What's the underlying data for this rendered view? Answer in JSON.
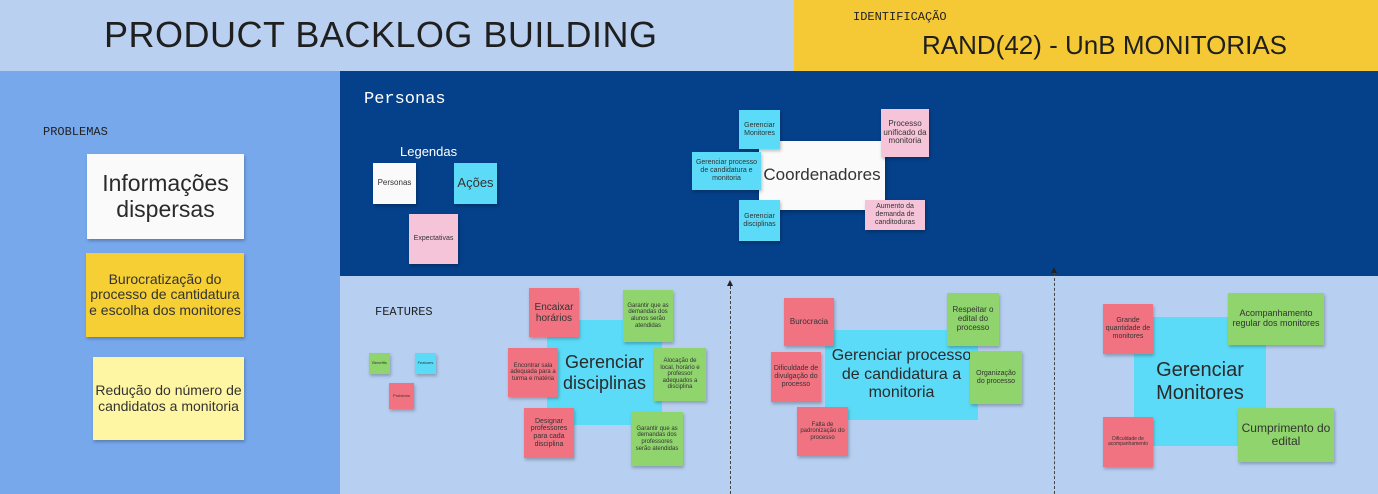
{
  "header": {
    "title": "PRODUCT BACKLOG BUILDING",
    "id_label": "IDENTIFICAÇÃO",
    "id_value": "RAND(42) - UnB MONITORIAS"
  },
  "problemas": {
    "label": "PROBLEMAS",
    "notes": [
      "Informações dispersas",
      "Burocratização do processo de cantidatura e escolha dos monitores",
      "Redução do número de candidatos a monitoria"
    ]
  },
  "personas": {
    "title": "Personas",
    "legend": {
      "title": "Legendas",
      "personas": "Personas",
      "acoes": "Ações",
      "expectativas": "Expectativas"
    },
    "coordenadores": {
      "name": "Coordenadores",
      "acao_monitores": "Gerenciar Monitores",
      "acao_processo": "Gerenciar processo de candidatura e monitoria",
      "acao_disciplinas": "Gerenciar disciplinas",
      "exp_processo": "Processo unificado da monitoria",
      "exp_demanda": "Aumento da demanda de canditoduras"
    }
  },
  "features": {
    "label": "FEATURES",
    "legend": {
      "benefits": "Benefits",
      "features": "Features",
      "problems": "Problems"
    },
    "disciplinas": {
      "name": "Gerenciar disciplinas",
      "encaixar": "Encaixar horários",
      "encontrar": "Encontrar sala adequada para a turma e matéria",
      "designar": "Designar professores para cada disciplina",
      "garantir_alunos": "Garantir que as demandas dos alunos serão atendidas",
      "alocacao": "Alocação de local, horário e professor adequados a disciplina",
      "garantir_professores": "Garantir que as demandas dos professores serão atendidas"
    },
    "processo": {
      "name": "Gerenciar processo de candidatura a monitoria",
      "burocracia": "Burocracia",
      "dificuldade": "Dificuldade de divulgação do processo",
      "falta": "Falta de padronização do processo",
      "respeitar": "Respeitar o edital do processo",
      "organizacao": "Organização do processo"
    },
    "monitores": {
      "name": "Gerenciar Monitores",
      "grande": "Grande quantidade de monitores",
      "dificuldade": "Dificuldade de acompanhamento",
      "acompanhamento": "Acompanhamento regular dos monitores",
      "cumprimento": "Cumprimento do edital"
    }
  }
}
